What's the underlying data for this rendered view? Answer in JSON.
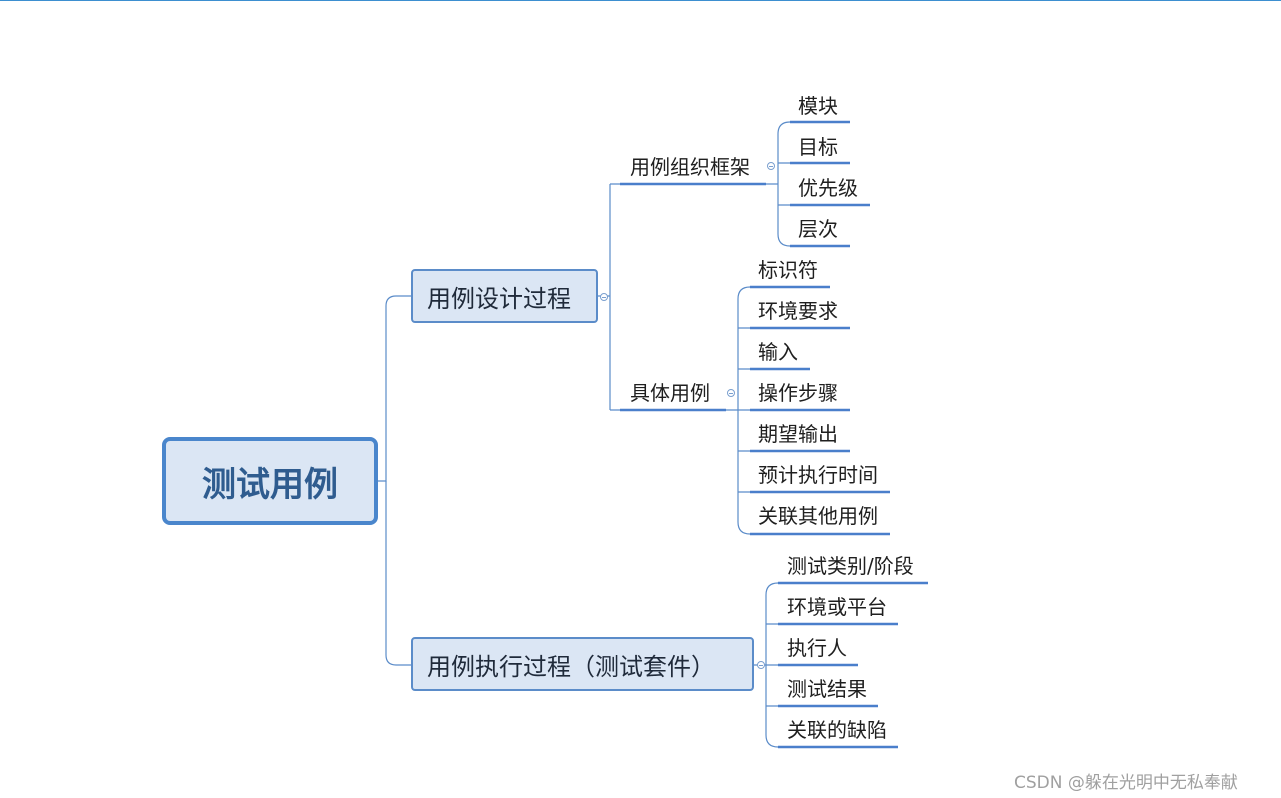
{
  "root": {
    "label": "测试用例"
  },
  "design": {
    "label": "用例设计过程",
    "framework": {
      "label": "用例组织框架",
      "items": [
        "模块",
        "目标",
        "优先级",
        "层次"
      ]
    },
    "specific": {
      "label": "具体用例",
      "items": [
        "标识符",
        "环境要求",
        "输入",
        "操作步骤",
        "期望输出",
        "预计执行时间",
        "关联其他用例"
      ]
    }
  },
  "execution": {
    "label": "用例执行过程（测试套件）",
    "items": [
      "测试类别/阶段",
      "环境或平台",
      "执行人",
      "测试结果",
      "关联的缺陷"
    ]
  },
  "watermark": "CSDN @躲在光明中无私奉献",
  "colors": {
    "node_fill": "#dbe6f4",
    "node_border": "#5b8cc9",
    "root_border": "#4a86cc",
    "root_text": "#2f5c8f"
  }
}
